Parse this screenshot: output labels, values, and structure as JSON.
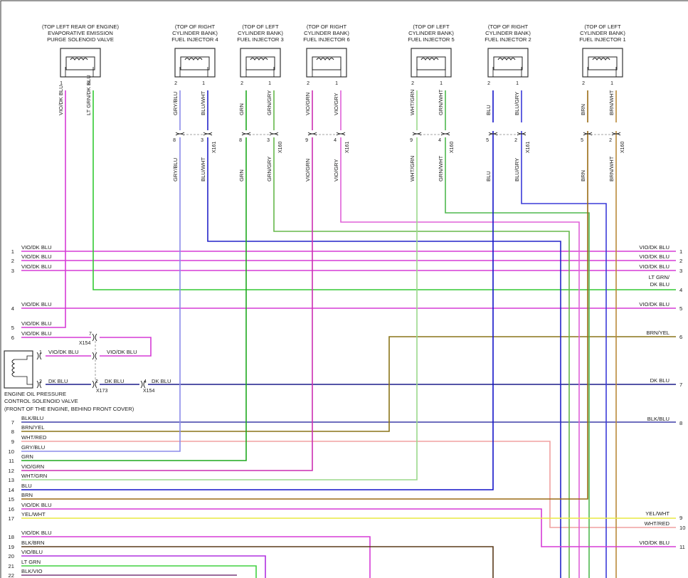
{
  "components": [
    {
      "lines": [
        "(TOP LEFT REAR OF ENGINE)",
        "EVAPORATIVE EMISSION",
        "PURGE SOLENOID VALVE"
      ],
      "pins": [
        "1",
        "2"
      ],
      "wires": [
        "VIO/DK BLU",
        "LT GRN/DK BLU"
      ]
    },
    {
      "lines": [
        "(TOP OF RIGHT",
        "CYLINDER BANK)",
        "FUEL INJECTOR 4"
      ],
      "pins": [
        "2",
        "1"
      ],
      "wires": [
        "GRY/BLU",
        "BLU/WHT"
      ],
      "conn_pins": [
        "8",
        "3"
      ],
      "conn_id": "X161",
      "lower_wires": [
        "GRY/BLU",
        "BLU/WHT"
      ]
    },
    {
      "lines": [
        "(TOP OF LEFT",
        "CYLINDER BANK)",
        "FUEL INJECTOR 3"
      ],
      "pins": [
        "2",
        "1"
      ],
      "wires": [
        "GRN",
        "GRN/GRY"
      ],
      "conn_pins": [
        "8",
        "3"
      ],
      "conn_id": "X160",
      "lower_wires": [
        "GRN",
        "GRN/GRY"
      ]
    },
    {
      "lines": [
        "(TOP OF RIGHT",
        "CYLINDER BANK)",
        "FUEL INJECTOR 6"
      ],
      "pins": [
        "2",
        "1"
      ],
      "wires": [
        "VIO/GRN",
        "VIO/GRY"
      ],
      "conn_pins": [
        "9",
        "4"
      ],
      "conn_id": "X161",
      "lower_wires": [
        "VIO/GRN",
        "VIO/GRY"
      ]
    },
    {
      "lines": [
        "(TOP OF LEFT",
        "CYLINDER BANK)",
        "FUEL INJECTOR 5"
      ],
      "pins": [
        "2",
        "1"
      ],
      "wires": [
        "WHT/GRN",
        "GRN/WHT"
      ],
      "conn_pins": [
        "9",
        "4"
      ],
      "conn_id": "X160",
      "lower_wires": [
        "WHT/GRN",
        "GRN/WHT"
      ]
    },
    {
      "lines": [
        "(TOP OF RIGHT",
        "CYLINDER BANK)",
        "FUEL INJECTOR 2"
      ],
      "pins": [
        "2",
        "1"
      ],
      "wires": [
        "BLU",
        "BLU/GRY"
      ],
      "conn_pins": [
        "5",
        "2"
      ],
      "conn_id": "X161",
      "lower_wires": [
        "BLU",
        "BLU/GRY"
      ]
    },
    {
      "lines": [
        "(TOP OF LEFT",
        "CYLINDER BANK)",
        "FUEL INJECTOR 1"
      ],
      "pins": [
        "2",
        "1"
      ],
      "wires": [
        "BRN",
        "BRN/WHT"
      ],
      "conn_pins": [
        "5",
        "2"
      ],
      "conn_id": "X160",
      "lower_wires": [
        "BRN",
        "BRN/WHT"
      ]
    }
  ],
  "oil_valve": {
    "lines": [
      "ENGINE OIL PRESSURE",
      "CONTROL SOLENOID VALVE",
      "(FRONT OF THE ENGINE, BEHIND FRONT COVER)"
    ],
    "pin1": "1",
    "pin1_wire": "VIO/DK BLU",
    "pin1_out_wire": "VIO/DK BLU",
    "pin2": "2",
    "pin2_wire": "DK BLU",
    "x173_pin": "2",
    "x173_wire": "DK BLU",
    "x173": "X173",
    "x154_pin": "4",
    "x154_wire": "DK BLU",
    "x154": "X154",
    "x154_top_pin": "7",
    "x154_top": "X154"
  },
  "left_terminals": [
    {
      "num": "1",
      "label": "VIO/DK BLU"
    },
    {
      "num": "2",
      "label": "VIO/DK BLU"
    },
    {
      "num": "3",
      "label": "VIO/DK BLU"
    },
    {
      "num": "4",
      "label": "VIO/DK BLU"
    },
    {
      "num": "5",
      "label": "VIO/DK BLU"
    },
    {
      "num": "6",
      "label": "VIO/DK BLU"
    },
    {
      "num": "7",
      "label": "BLK/BLU"
    },
    {
      "num": "8",
      "label": "BRN/YEL"
    },
    {
      "num": "9",
      "label": "WHT/RED"
    },
    {
      "num": "10",
      "label": "GRY/BLU"
    },
    {
      "num": "11",
      "label": "GRN"
    },
    {
      "num": "12",
      "label": "VIO/GRN"
    },
    {
      "num": "13",
      "label": "WHT/GRN"
    },
    {
      "num": "14",
      "label": "BLU"
    },
    {
      "num": "15",
      "label": "BRN"
    },
    {
      "num": "16",
      "label": "VIO/DK BLU"
    },
    {
      "num": "17",
      "label": "YEL/WHT"
    },
    {
      "num": "18",
      "label": "VIO/DK BLU"
    },
    {
      "num": "19",
      "label": "BLK/BRN"
    },
    {
      "num": "20",
      "label": "VIO/BLU"
    },
    {
      "num": "21",
      "label": "LT GRN"
    },
    {
      "num": "22",
      "label": "BLK/VIO"
    }
  ],
  "right_terminals": [
    {
      "num": "1",
      "label": "VIO/DK BLU"
    },
    {
      "num": "2",
      "label": "VIO/DK BLU"
    },
    {
      "num": "3",
      "label": "VIO/DK BLU"
    },
    {
      "num": "4",
      "label": "LT GRN/",
      "label2": "DK BLU"
    },
    {
      "num": "5",
      "label": "VIO/DK BLU"
    },
    {
      "num": "6",
      "label": "BRN/YEL"
    },
    {
      "num": "7",
      "label": "DK BLU"
    },
    {
      "num": "8",
      "label": "BLK/BLU"
    },
    {
      "num": "9",
      "label": "YEL/WHT"
    },
    {
      "num": "10",
      "label": "WHT/RED"
    },
    {
      "num": "11",
      "label": "VIO/DK BLU"
    }
  ],
  "colors": {
    "vio_dk_blu": "#d63cd6",
    "lt_grn_dk_blu": "#33c933",
    "gry_blu": "#8b8bea",
    "blu_wht": "#2323c8",
    "grn": "#1fa81f",
    "grn_gry": "#66b84a",
    "vio_grn": "#cc2fb2",
    "vio_gry": "#e060d8",
    "wht_grn": "#9bd88a",
    "grn_wht": "#4fb84f",
    "blu": "#1414c8",
    "blu_gry": "#3b3bd8",
    "brn": "#9a6a14",
    "brn_wht": "#b98a3a",
    "brn_yel": "#8a7418",
    "dk_blu": "#1b1b8a",
    "blk_blu": "#3e3ea8",
    "wht_red": "#f0a0a0",
    "yel_wht": "#e8e840",
    "blk_brn": "#5a3a1a",
    "vio_blu": "#b030e0",
    "lt_grn": "#40d040",
    "blk_vio": "#7a3a7a",
    "grid": "#999999"
  }
}
